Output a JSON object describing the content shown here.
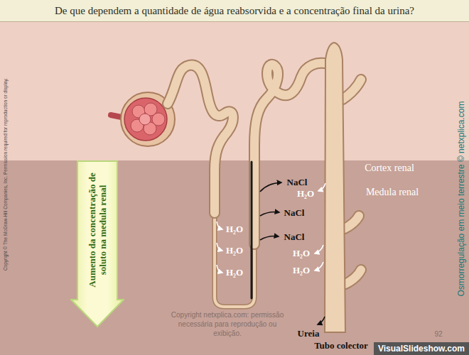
{
  "diagram": {
    "title": "De que dependem a quantidade de água reabsorvida e a concentração final da urina?",
    "nodes": [
      {
        "text": [
          "Aumento da concentração de soluto na medula renal"
        ]
      }
    ],
    "labels": [
      "Copyright © The McGraw-Hill Companies, Inc. Permission required for reproduction or display.",
      "Cortex renal",
      "Medula renal",
      "NaCl",
      "H₂O",
      "NaCl",
      "NaCl",
      "H₂O",
      "H₂O",
      "H₂O",
      "H₂O",
      "H₂O",
      "Ureia",
      "Tubo colector",
      "Osmorregulação em meio terrestre © netxplica.com",
      "Copyright netxplica.com: permissão necessária para reprodução ou exibição.",
      "92",
      "VisualSlideshow.com"
    ]
  }
}
